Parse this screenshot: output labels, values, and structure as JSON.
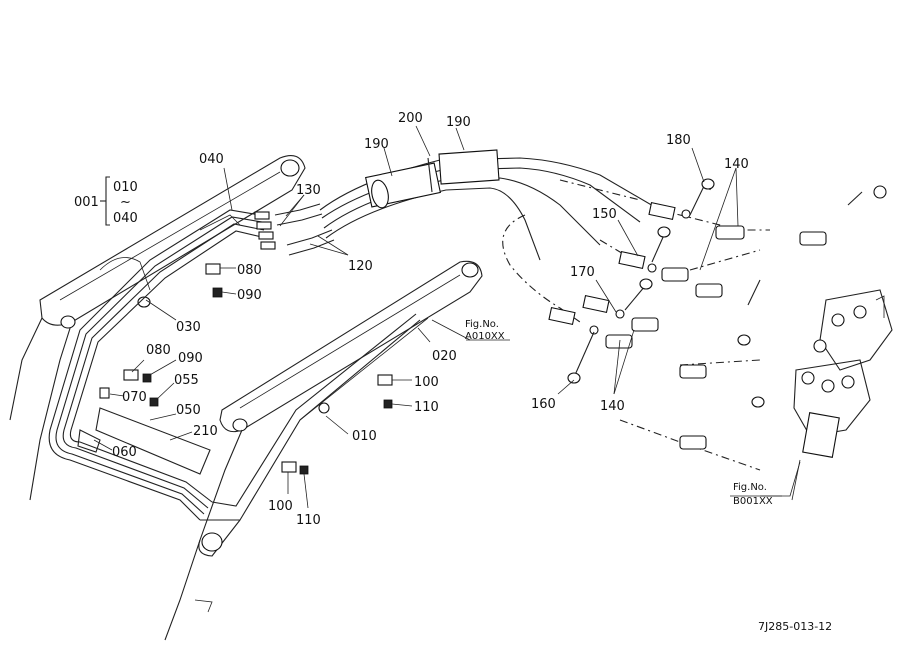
{
  "set_label": {
    "main": "001",
    "range_top": "010",
    "tilde": "~",
    "range_bottom": "040"
  },
  "callouts": {
    "c040": "040",
    "c130": "130",
    "c120": "120",
    "c080a": "080",
    "c090a": "090",
    "c030": "030",
    "c080b": "080",
    "c090b": "090",
    "c055": "055",
    "c070": "070",
    "c050": "050",
    "c210": "210",
    "c060": "060",
    "c190a": "190",
    "c200": "200",
    "c190b": "190",
    "c180": "180",
    "c140a": "140",
    "c150": "150",
    "c170": "170",
    "c020": "020",
    "c100a": "100",
    "c110a": "110",
    "c010": "010",
    "c100b": "100",
    "c110b": "110",
    "c160": "160",
    "c140b": "140"
  },
  "references": {
    "fig_a_title": "Fig.No.",
    "fig_a_code": "A010XX",
    "fig_b_title": "Fig.No.",
    "fig_b_code": "B001XX"
  },
  "footer": {
    "drawing_number": "7J285-013-12"
  }
}
